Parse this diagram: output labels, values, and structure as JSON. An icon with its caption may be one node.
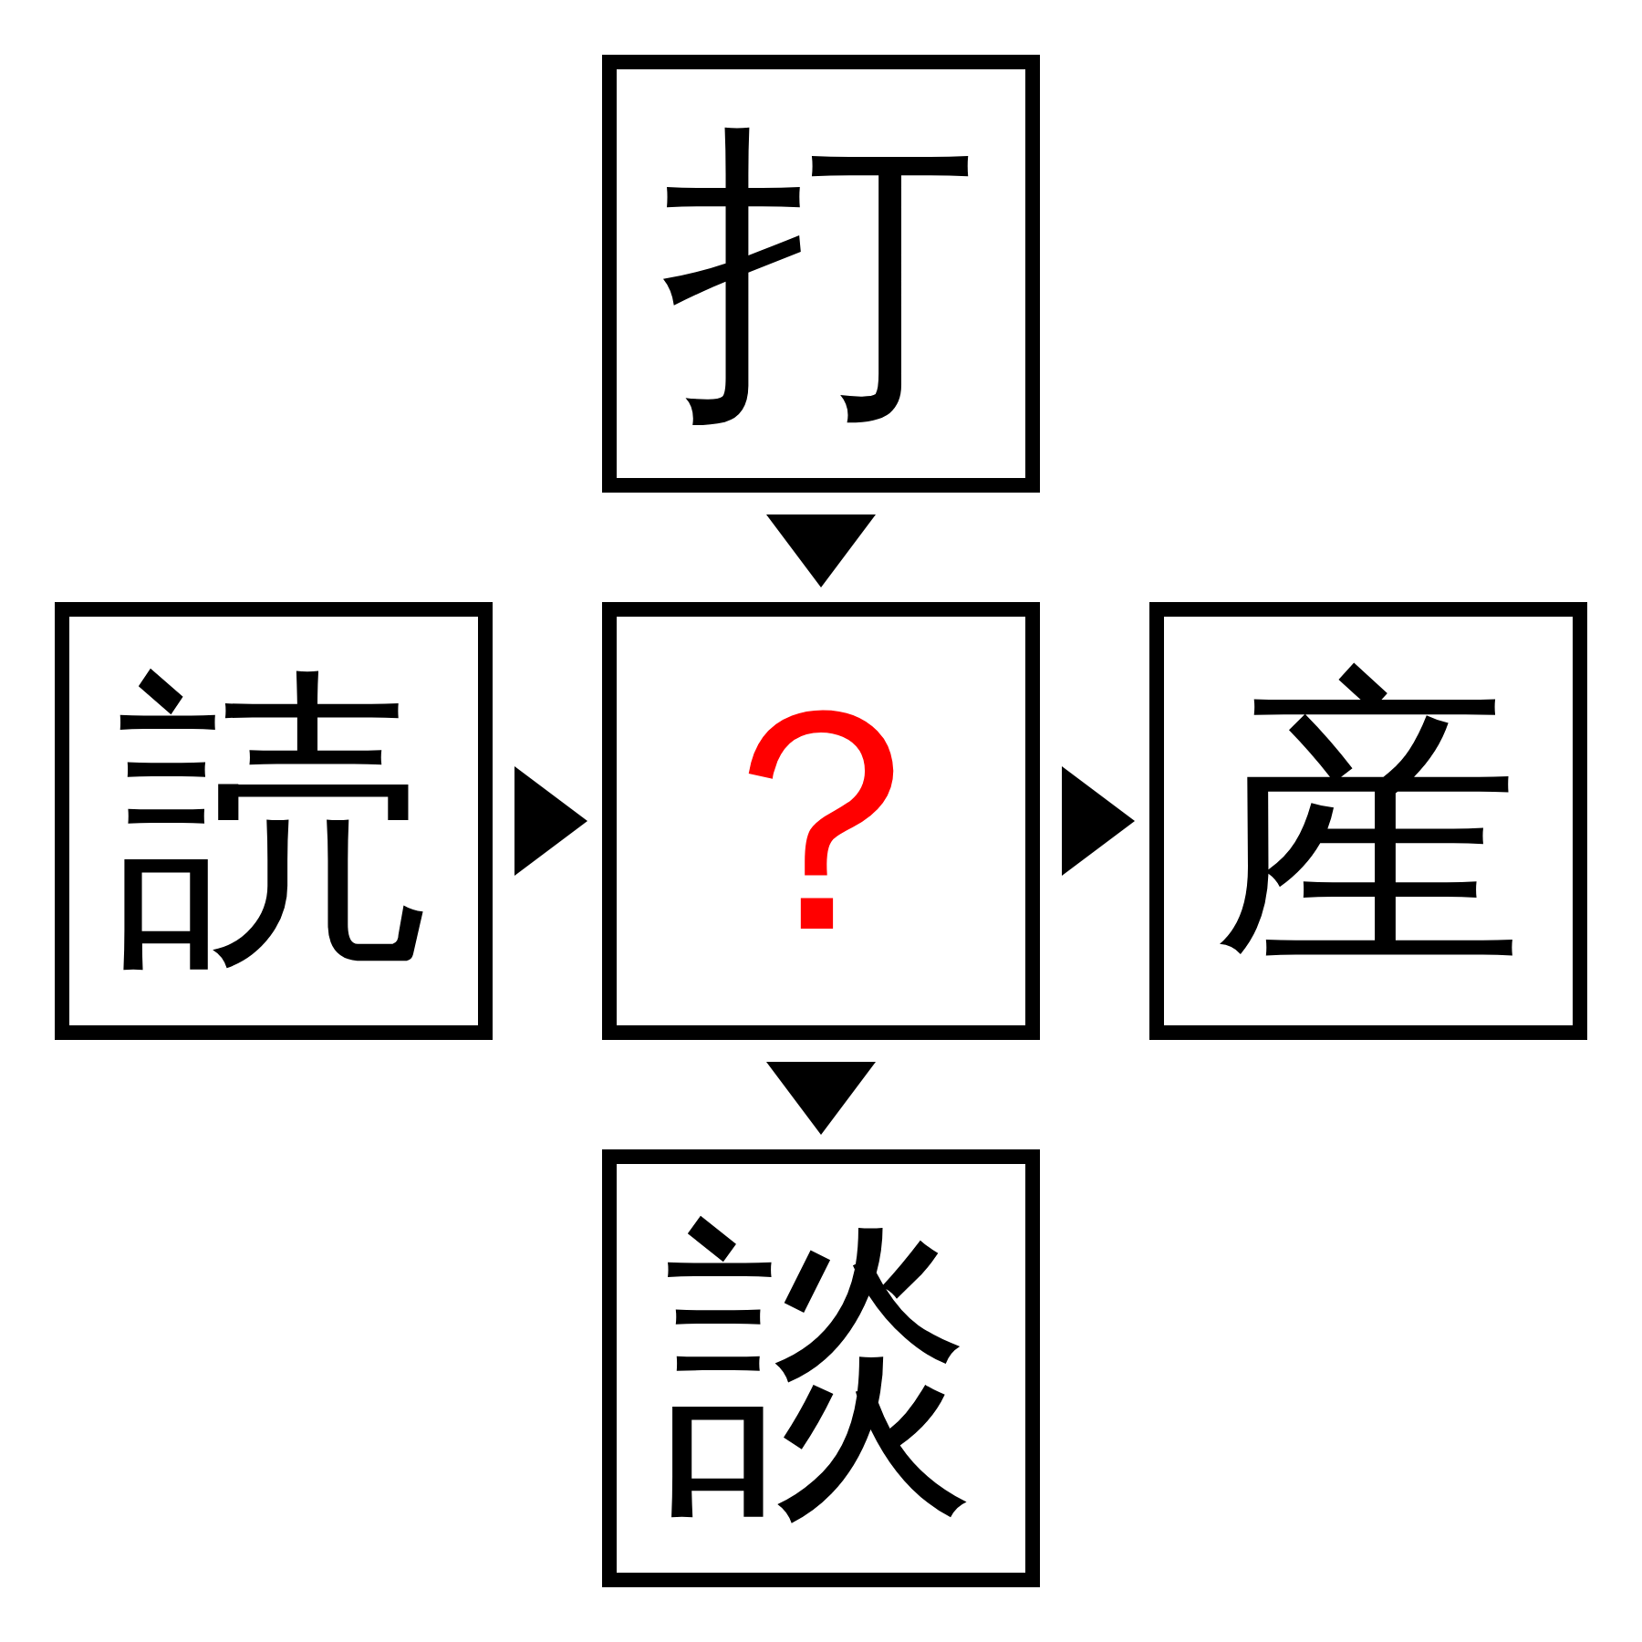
{
  "diagram": {
    "nodes": [
      {
        "text": [
          "打"
        ]
      },
      {
        "text": [
          "読"
        ]
      },
      {
        "text": [
          "？"
        ]
      },
      {
        "text": [
          "産"
        ]
      },
      {
        "text": [
          "談"
        ]
      }
    ],
    "edges": [
      {
        "from": 0,
        "to": 2,
        "arrow": "to"
      },
      {
        "from": 1,
        "to": 2,
        "arrow": "to"
      },
      {
        "from": 2,
        "to": 3,
        "arrow": "to"
      },
      {
        "from": 2,
        "to": 4,
        "arrow": "to"
      }
    ]
  }
}
